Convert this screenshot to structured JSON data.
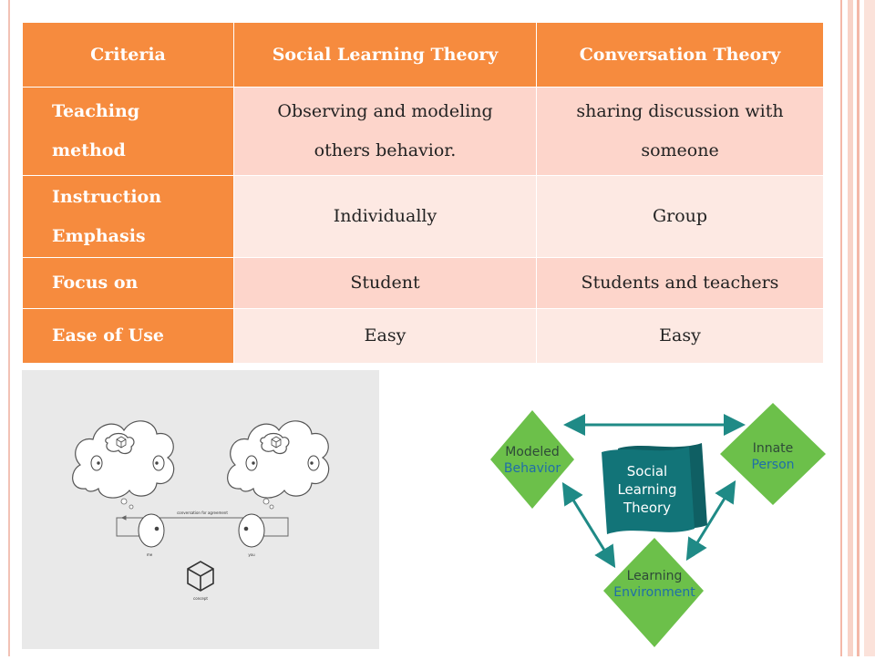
{
  "table": {
    "headers": [
      "Criteria",
      "Social Learning Theory",
      "Conversation Theory"
    ],
    "rows": [
      {
        "criteria": [
          "Teaching",
          "method"
        ],
        "slt": [
          "Observing and modeling",
          "others behavior."
        ],
        "ct": [
          "sharing discussion with",
          "someone"
        ]
      },
      {
        "criteria": [
          "Instruction",
          "Emphasis"
        ],
        "slt": [
          "Individually"
        ],
        "ct": [
          "Group"
        ]
      },
      {
        "criteria": [
          "Focus on"
        ],
        "slt": [
          "Student"
        ],
        "ct": [
          "Students and teachers"
        ]
      },
      {
        "criteria": [
          "Ease of Use"
        ],
        "slt": [
          "Easy"
        ],
        "ct": [
          "Easy"
        ]
      }
    ]
  },
  "conversation_figure": {
    "arrow_label": "conversation for agreement",
    "left_person": "me",
    "right_person": "you",
    "object_label": "concept"
  },
  "slt_diagram": {
    "center": [
      "Social",
      "Learning",
      "Theory"
    ],
    "modeled": [
      "Modeled",
      "Behavior"
    ],
    "innate": [
      "Innate",
      "Person"
    ],
    "learning": [
      "Learning",
      "Environment"
    ],
    "colors": {
      "diamond": "#6cc04a",
      "center": "#127478",
      "arrow": "#1f8a86",
      "label_dark": "#2e4a38",
      "label_blue": "#1f6ea8"
    }
  }
}
